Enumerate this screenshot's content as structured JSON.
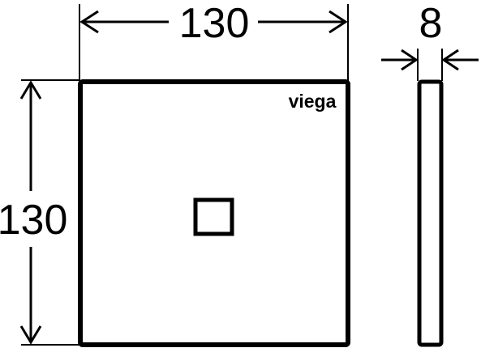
{
  "drawing": {
    "front_view": {
      "width_label": "130",
      "height_label": "130",
      "brand": "viega"
    },
    "side_view": {
      "thickness_label": "8"
    },
    "colors": {
      "line": "#000000",
      "background": "#ffffff"
    }
  }
}
